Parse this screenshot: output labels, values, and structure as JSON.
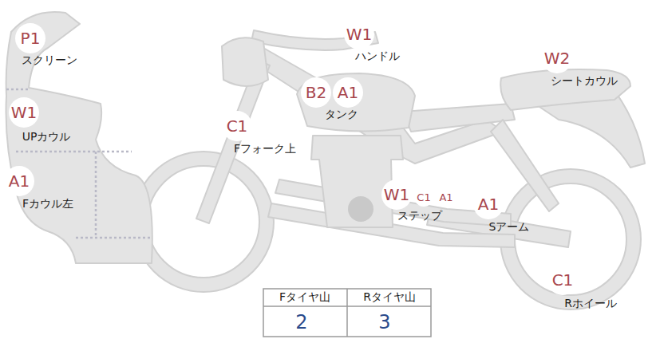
{
  "diagram": {
    "labels": [
      "P1",
      "スクリーン",
      "W1",
      "UPカウル",
      "A1",
      "Fカウル左",
      "C1",
      "Fフォーク上",
      "W1",
      "ハンドル",
      "B2",
      "A1",
      "タンク",
      "W1",
      "C1",
      "A1",
      "ステップ",
      "A1",
      "Sアーム",
      "W2",
      "シートカウル",
      "C1",
      "Rホイール",
      "Fタイヤ山",
      "Rタイヤ山",
      "2",
      "3"
    ]
  }
}
